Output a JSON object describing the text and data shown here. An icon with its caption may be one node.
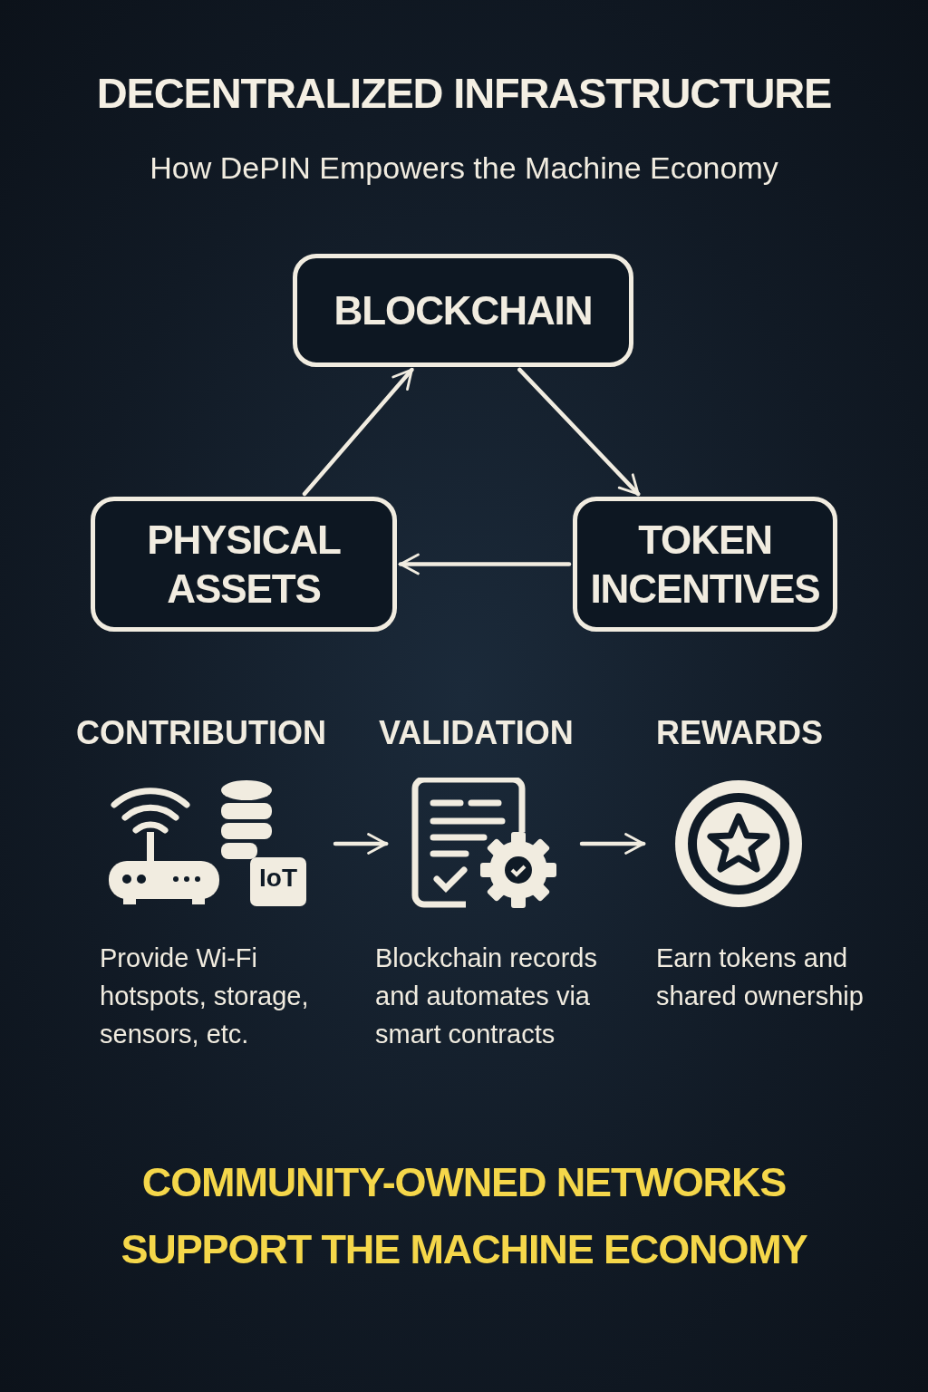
{
  "diagram": {
    "title": "DECENTRALIZED INFRASTRUCTURE",
    "caption": "COMMUNITY-OWNED NETWORKS SUPPORT THE MACHINE ECONOMY",
    "nodes": [
      {
        "text": [
          "BLOCKCHAIN"
        ]
      },
      {
        "text": [
          "PHYSICAL ASSETS"
        ]
      },
      {
        "text": [
          "TOKEN INCENTIVES"
        ]
      },
      {
        "text": [],
        "shape": "picture"
      },
      {
        "text": [],
        "shape": "picture"
      },
      {
        "text": [],
        "shape": "picture"
      }
    ],
    "edges": [
      {
        "from": 1,
        "to": 0,
        "arrow": "to"
      },
      {
        "from": 0,
        "to": 2,
        "arrow": "to"
      },
      {
        "from": 2,
        "to": 1,
        "arrow": "to"
      },
      {
        "from": 3,
        "to": 4,
        "arrow": "to"
      },
      {
        "from": 4,
        "to": 5,
        "arrow": "to"
      }
    ],
    "labels": [
      "How DePIN Empowers the Machine Economy",
      "CONTRIBUTION",
      "VALIDATION",
      "REWARDS",
      "IoT",
      "Provide Wi-Fi hotspots, storage, sensors, etc.",
      "Blockchain records and automates via smart contracts",
      "Earn tokens and shared ownership"
    ]
  }
}
